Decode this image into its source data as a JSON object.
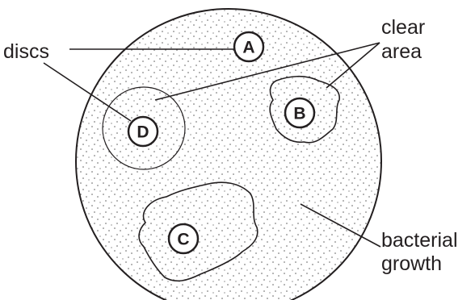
{
  "labels": {
    "discs": "discs",
    "clear": "clear",
    "area": "area",
    "bacterial": "bacterial",
    "growth": "growth"
  },
  "markers": {
    "a": "A",
    "b": "B",
    "c": "C",
    "d": "D"
  }
}
